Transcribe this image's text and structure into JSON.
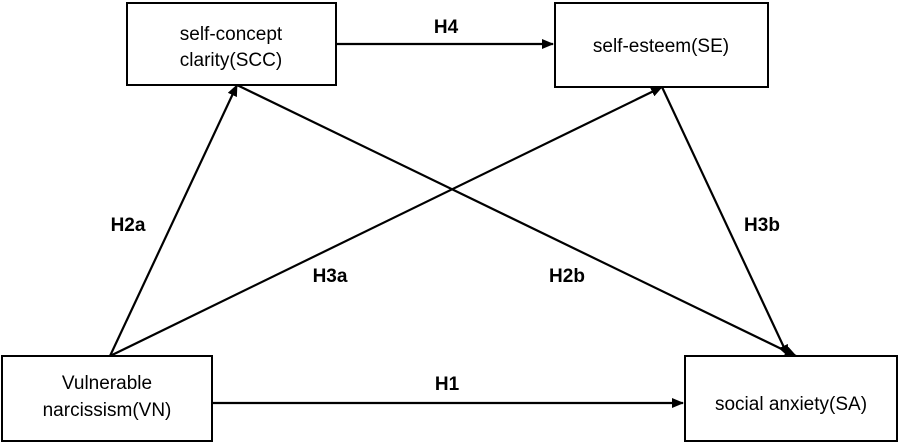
{
  "nodes": {
    "scc": {
      "line1": "self-concept",
      "line2": "clarity(SCC)"
    },
    "se": {
      "line1": "self-esteem(SE)"
    },
    "vn": {
      "line1": "Vulnerable",
      "line2": "narcissism(VN)"
    },
    "sa": {
      "line1": "social anxiety(SA)"
    }
  },
  "edges": {
    "h1": {
      "label": "H1",
      "from": "vn",
      "to": "sa"
    },
    "h2a": {
      "label": "H2a",
      "from": "vn",
      "to": "scc"
    },
    "h2b": {
      "label": "H2b",
      "from": "scc",
      "to": "sa"
    },
    "h3a": {
      "label": "H3a",
      "from": "vn",
      "to": "se"
    },
    "h3b": {
      "label": "H3b",
      "from": "se",
      "to": "sa"
    },
    "h4": {
      "label": "H4",
      "from": "scc",
      "to": "se"
    }
  },
  "colors": {
    "stroke": "#000000",
    "background": "#ffffff"
  }
}
